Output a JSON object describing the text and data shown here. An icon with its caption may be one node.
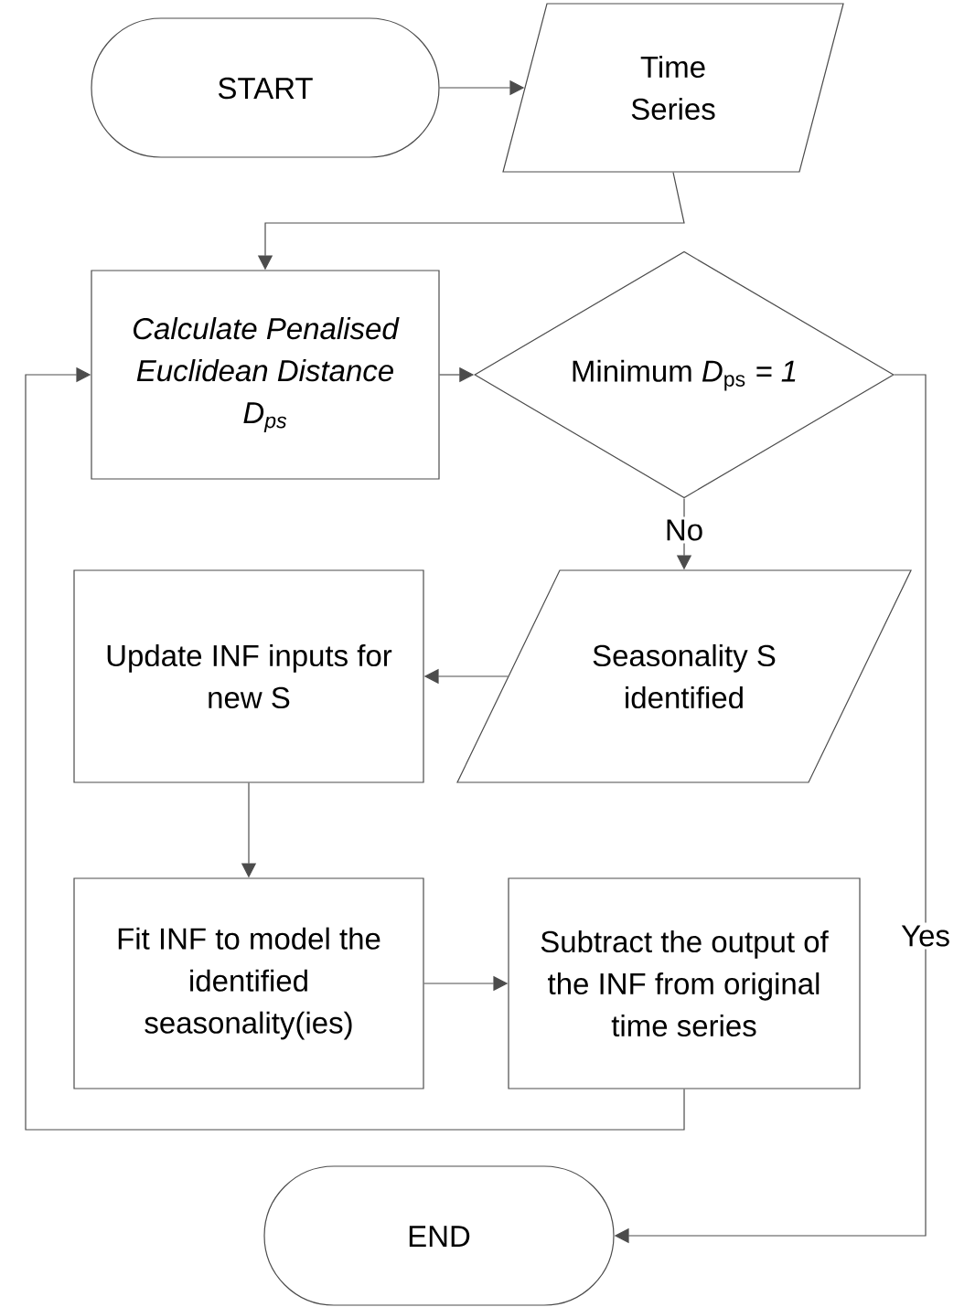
{
  "diagram": {
    "nodes": [
      {
        "text": [
          "START"
        ]
      },
      {
        "text": [
          "Time Series"
        ]
      },
      {
        "text": [
          "Calculate Penalised Euclidean Distance D$_{ps}$"
        ]
      },
      {
        "text": [
          "Minimum *D*$_{ps}$ *= 1*"
        ]
      },
      {
        "text": [
          "Seasonality S identified"
        ]
      },
      {
        "text": [
          "Update INF inputs for new S"
        ]
      },
      {
        "text": [
          "Fit INF to model the identified seasonality(ies)"
        ]
      },
      {
        "text": [
          "Subtract the output of the INF from original time series"
        ]
      },
      {
        "text": [
          "END"
        ]
      }
    ],
    "edges": [
      {
        "from": 0,
        "to": 1,
        "arrow": "to"
      },
      {
        "from": 1,
        "to": 2,
        "arrow": "to"
      },
      {
        "from": 2,
        "to": 3,
        "arrow": "to"
      },
      {
        "from": 3,
        "to": 4,
        "arrow": "to",
        "label": "No"
      },
      {
        "from": 3,
        "to": 8,
        "arrow": "to",
        "label": "Yes"
      },
      {
        "from": 4,
        "to": 5,
        "arrow": "to"
      },
      {
        "from": 5,
        "to": 6,
        "arrow": "to"
      },
      {
        "from": 6,
        "to": 7,
        "arrow": "to"
      },
      {
        "from": 7,
        "to": 2,
        "arrow": "to"
      }
    ]
  }
}
